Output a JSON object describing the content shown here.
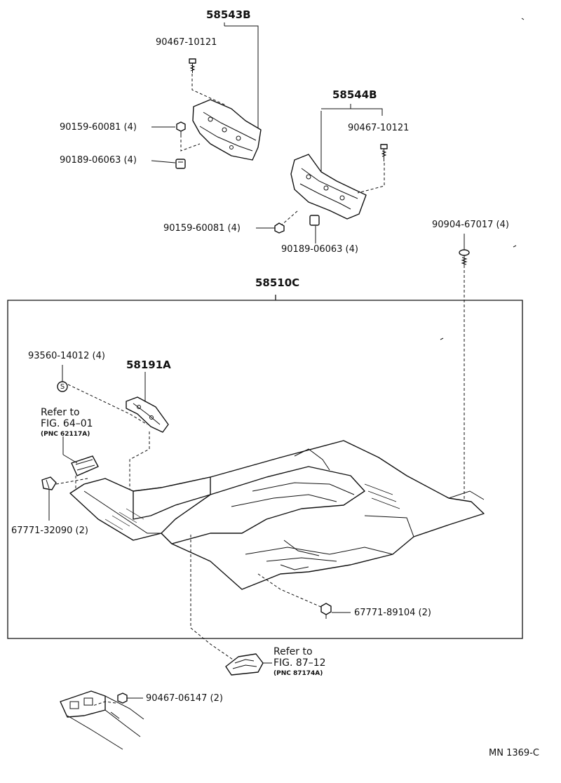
{
  "labels": {
    "p58543B": "58543B",
    "p90467_10121_a": "90467-10121",
    "p90159_60081_a": "90159-60081 (4)",
    "p90189_06063_a": "90189-06063 (4)",
    "p58544B": "58544B",
    "p90467_10121_b": "90467-10121",
    "p90159_60081_b": "90159-60081 (4)",
    "p90189_06063_b": "90189-06063 (4)",
    "p90904_67017": "90904-67017 (4)",
    "p58510C": "58510C",
    "p93560_14012": "93560-14012 (4)",
    "p58191A": "58191A",
    "ref1_line1": "Refer to",
    "ref1_line2": "FIG. 64–01",
    "ref1_pnc": "(PNC 62117A)",
    "p67771_32090": "67771-32090 (2)",
    "p67771_89104": "67771-89104 (2)",
    "ref2_line1": "Refer to",
    "ref2_line2": "FIG. 87–12",
    "ref2_pnc": "(PNC 87174A)",
    "p90467_06147": "90467-06147 (2)",
    "drawing_code": "MN 1369-C",
    "clip_symbol": "S"
  }
}
